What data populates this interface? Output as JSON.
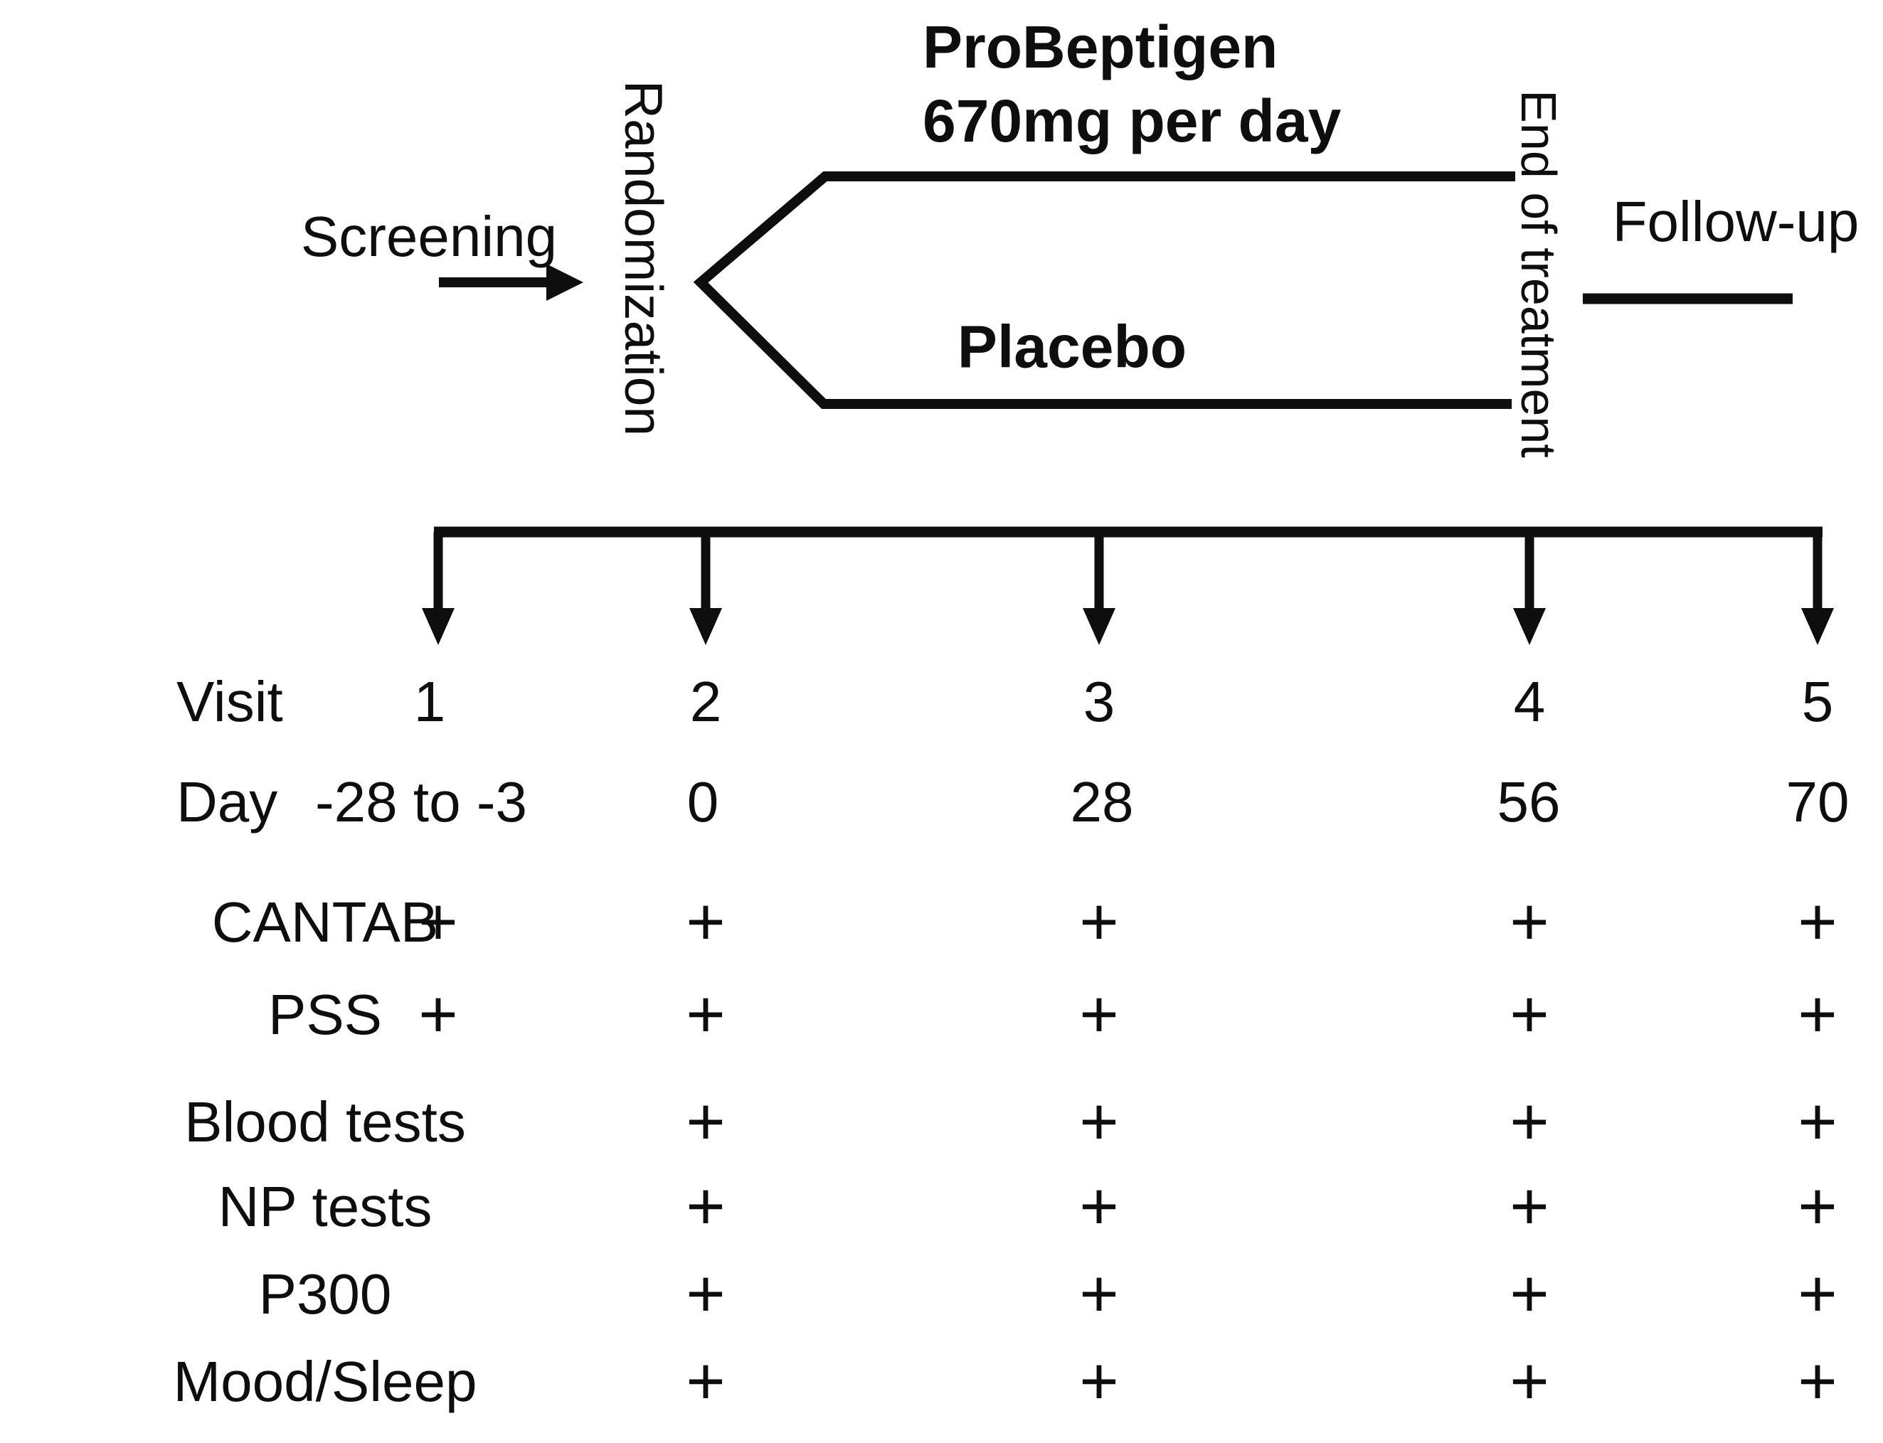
{
  "figure": {
    "background": "#ffffff",
    "line_color": "#0e0e0e"
  },
  "flow": {
    "screening_label": "Screening",
    "randomization_label": "Randomization",
    "treatment_arm_label_line1": "ProBeptigen",
    "treatment_arm_label_line2": "670mg per day",
    "placebo_arm_label": "Placebo",
    "end_of_treatment_label": "End of treatment",
    "follow_up_label": "Follow-up"
  },
  "timeline": {
    "visit_row_label": "Visit",
    "day_row_label": "Day",
    "visits": [
      {
        "visit": "1",
        "day": "-28 to -3"
      },
      {
        "visit": "2",
        "day": "0"
      },
      {
        "visit": "3",
        "day": "28"
      },
      {
        "visit": "4",
        "day": "56"
      },
      {
        "visit": "5",
        "day": "70"
      }
    ]
  },
  "assessments": {
    "rows": [
      {
        "label": "CANTAB",
        "marks": [
          "+",
          "+",
          "+",
          "+",
          "+"
        ]
      },
      {
        "label": "PSS",
        "marks": [
          "+",
          "+",
          "+",
          "+",
          "+"
        ]
      },
      {
        "label": "Blood tests",
        "marks": [
          "",
          "+",
          "+",
          "+",
          "+"
        ]
      },
      {
        "label": "NP tests",
        "marks": [
          "",
          "+",
          "+",
          "+",
          "+"
        ]
      },
      {
        "label": "P300",
        "marks": [
          "",
          "+",
          "+",
          "+",
          "+"
        ]
      },
      {
        "label": "Mood/Sleep",
        "marks": [
          "",
          "+",
          "+",
          "+",
          "+"
        ]
      }
    ]
  }
}
